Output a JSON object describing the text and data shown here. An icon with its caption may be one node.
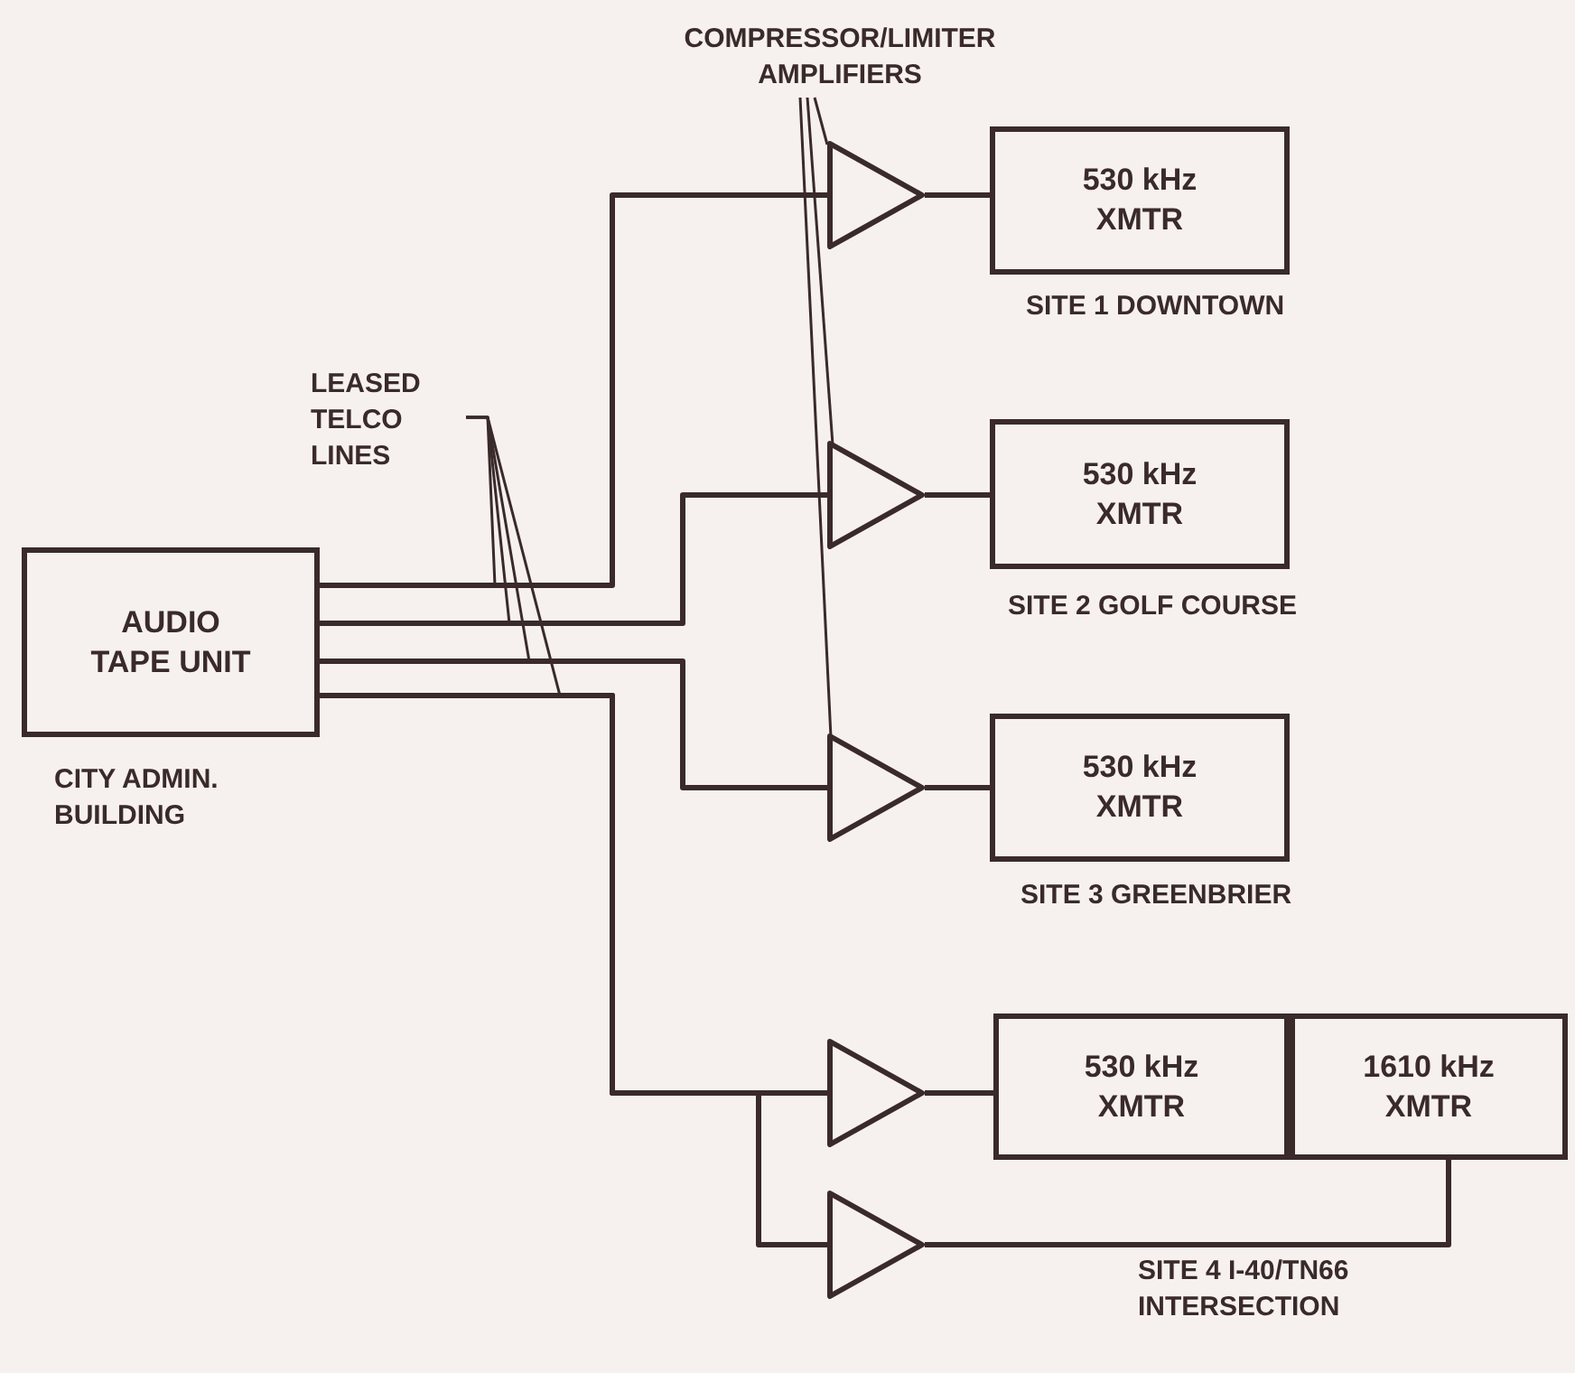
{
  "diagram": {
    "nodes": [
      {
        "text": [
          "AUDIO TAPE UNIT"
        ],
        "beside": [
          "CITY ADMIN. BUILDING"
        ]
      },
      {
        "text": [],
        "shape": "triangle"
      },
      {
        "text": [
          "530 kHz XMTR"
        ],
        "beside": [
          "SITE 1 DOWNTOWN"
        ]
      },
      {
        "text": [],
        "shape": "triangle"
      },
      {
        "text": [
          "530 kHz XMTR"
        ],
        "beside": [
          "SITE 2 GOLF COURSE"
        ]
      },
      {
        "text": [],
        "shape": "triangle"
      },
      {
        "text": [
          "530 kHz XMTR"
        ],
        "beside": [
          "SITE 3 GREENBRIER"
        ]
      },
      {
        "text": [],
        "shape": "triangle"
      },
      {
        "text": [
          "530 kHz XMTR"
        ],
        "beside": [
          "SITE 4 I-40/TN66 INTERSECTION"
        ]
      },
      {
        "text": [
          "1610 kHz XMTR"
        ]
      },
      {
        "text": [],
        "shape": "triangle"
      },
      {
        "text": [
          "COMPRESSOR/LIMITER AMPLIFIERS"
        ]
      },
      {
        "text": [
          "LEASED TELCO LINES"
        ]
      }
    ],
    "edges": [
      {
        "from": 0,
        "to": 1,
        "arrow": "none"
      },
      {
        "from": 1,
        "to": 2,
        "arrow": "none"
      },
      {
        "from": 0,
        "to": 3,
        "arrow": "none"
      },
      {
        "from": 3,
        "to": 4,
        "arrow": "none"
      },
      {
        "from": 0,
        "to": 5,
        "arrow": "none"
      },
      {
        "from": 5,
        "to": 6,
        "arrow": "none"
      },
      {
        "from": 0,
        "to": 7,
        "arrow": "none"
      },
      {
        "from": 7,
        "to": 8,
        "arrow": "none"
      },
      {
        "from": 0,
        "to": 10,
        "arrow": "none"
      },
      {
        "from": 10,
        "to": 9,
        "arrow": "none"
      },
      {
        "from": 11,
        "to": 1,
        "arrow": "none"
      },
      {
        "from": 11,
        "to": 3,
        "arrow": "none"
      },
      {
        "from": 11,
        "to": 5,
        "arrow": "none"
      },
      {
        "from": 12,
        "to": null,
        "arrow": "none"
      },
      {
        "from": 12,
        "to": null,
        "arrow": "none"
      },
      {
        "from": 12,
        "to": null,
        "arrow": "none"
      },
      {
        "from": 12,
        "to": null,
        "arrow": "none"
      }
    ]
  }
}
